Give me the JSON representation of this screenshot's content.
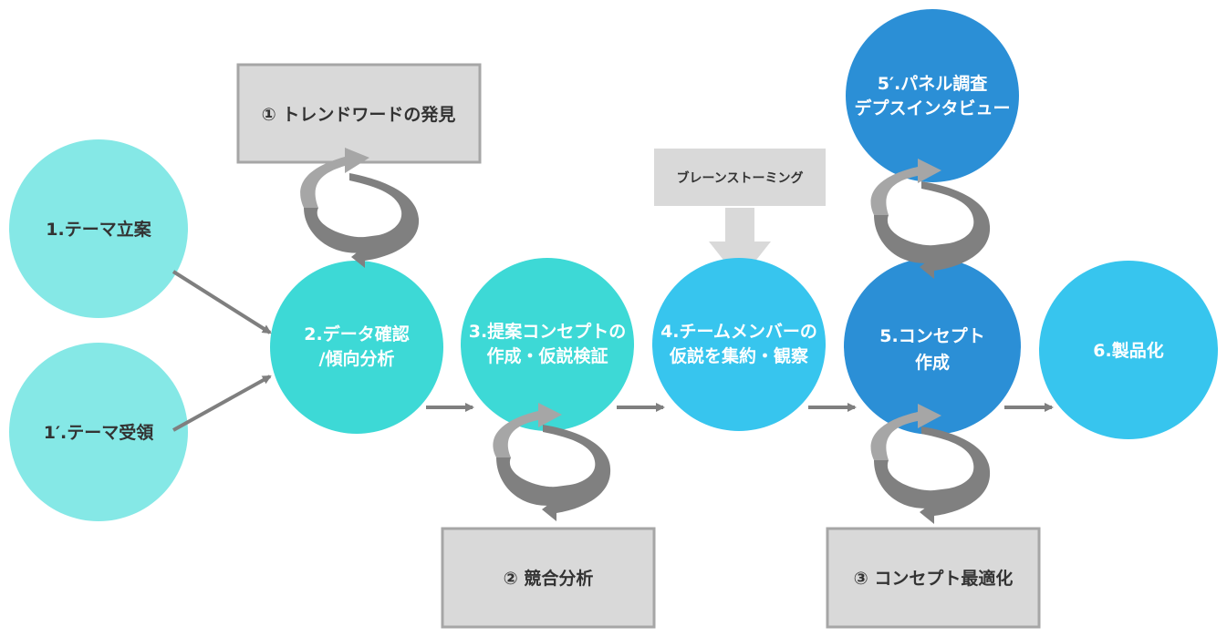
{
  "nodes": {
    "n1": {
      "label": "1.テーマ立案",
      "color": "#85E8E6"
    },
    "n1p": {
      "label": "1′.テーマ受領",
      "color": "#85E8E6"
    },
    "n2": {
      "line1": "2.データ確認",
      "line2": "/傾向分析",
      "color": "#3DD9D6"
    },
    "n3": {
      "line1": "3.提案コンセプトの",
      "line2": "作成・仮説検証",
      "color": "#3DD9D6"
    },
    "n4": {
      "line1": "4.チームメンバーの",
      "line2": "仮説を集約・観察",
      "color": "#37C5EE"
    },
    "n5": {
      "line1": "5.コンセプト",
      "line2": "作成",
      "color": "#2B8FD6"
    },
    "n5p": {
      "line1": "5′.パネル調査",
      "line2": "デプスインタビュー",
      "color": "#2B8FD6"
    },
    "n6": {
      "label": "6.製品化",
      "color": "#37C5EE"
    }
  },
  "boxes": {
    "b1": {
      "label": "① トレンドワードの発見"
    },
    "b2": {
      "label": "② 競合分析"
    },
    "b3": {
      "label": "③ コンセプト最適化"
    },
    "brainstorm": {
      "label": "ブレーンストーミング"
    }
  },
  "colors": {
    "box_fill": "#D9D9D9",
    "box_border": "#A6A6A6",
    "arrow": "#7F7F7F",
    "cycle_light": "#A6A6A6",
    "cycle_dark": "#808080"
  }
}
